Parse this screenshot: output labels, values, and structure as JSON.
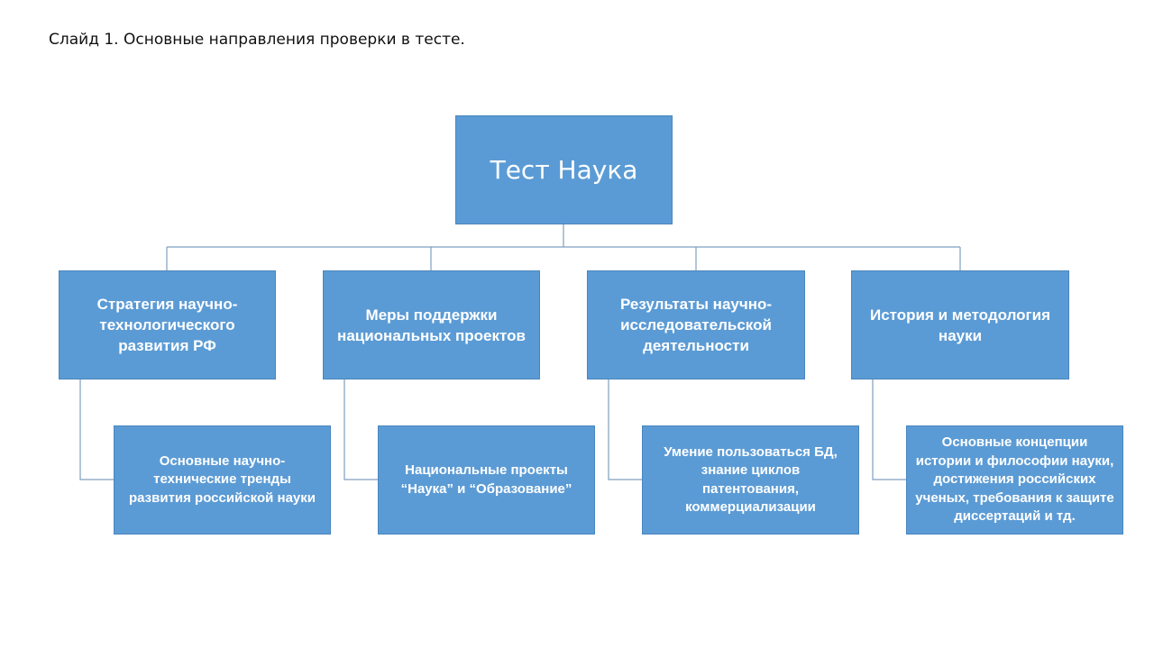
{
  "slide_title": "Слайд 1. Основные направления проверки в тесте.",
  "diagram": {
    "root": {
      "label": "Тест Наука"
    },
    "branches": [
      {
        "label": "Стратегия научно-\nтехнологического\nразвития РФ",
        "detail": "Основные научно-\nтехнические тренды\nразвития российской науки"
      },
      {
        "label": "Меры поддержки\nнациональных  проектов",
        "detail": "Национальные проекты\n“Наука” и “Образование”"
      },
      {
        "label": "Результаты научно-\nисследовательской\nдеятельности",
        "detail": "Умение пользоваться БД,\nзнание циклов\nпатентования,\nкоммерциализации"
      },
      {
        "label": "История и методология\nнауки",
        "detail": "Основные концепции\nистории и философии науки,\nдостижения российских\nученых, требования к защите\nдиссертаций и тд."
      }
    ],
    "colors": {
      "box_fill": "#5b9bd5",
      "box_border": "#4a86bd",
      "connector": "#7f9fbf",
      "text": "#ffffff"
    }
  }
}
